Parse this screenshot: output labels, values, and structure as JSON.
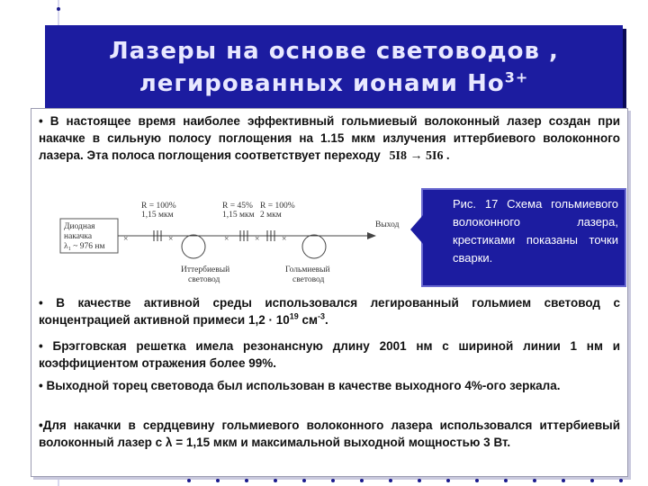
{
  "slide": {
    "title_line1": "Лазеры на основе световодов ,",
    "title_line2": "легированных ионами Ho",
    "title_sup": "3+"
  },
  "body": {
    "p1": "• В настоящее время наиболее эффективный гольмиевый волоконный лазер создан при накачке в сильную полосу поглощения на 1.15 мкм излучения иттербиевого волоконного лазера. Эта полоса поглощения соответствует переходу",
    "p1_transition": "5I8 → 5I6 .",
    "p2_main": "• В качестве активной среды использовался легированный гольмием световод с концентрацией активной примеси 1,2 · 10",
    "p2_exp1": "19",
    "p2_unit": " см",
    "p2_exp2": "-3",
    "p2_end": ".",
    "p3": "• Брэгговская решетка имела резонансную длину 2001 нм с шириной линии 1 нм и коэффициентом отражения более 99%.",
    "p4": "• Выходной торец световода был использован в качестве выходного 4%-ого зеркала.",
    "p5": "•Для накачки в сердцевину гольмиевого волоконного лазера использовался иттербиевый волоконный лазер с λ = 1,15 мкм и максимальной выходной мощностью 3 Вт."
  },
  "caption": {
    "text": "Рис. 17 Схема гольмиевого волоконного лазера, крестиками показаны точки сварки."
  },
  "diagram": {
    "diode_label_1": "Диодная",
    "diode_label_2": "накачка",
    "diode_label_3": "λ₁ ~ 976 нм",
    "grating1_r": "R = 100%",
    "grating1_wl": "1,15 мкм",
    "grating2_r": "R = 45%",
    "grating2_wl": "1,15 мкм",
    "grating3_r": "R = 100%",
    "grating3_wl": "2 мкм",
    "output_label": "Выход",
    "yb_label_1": "Иттербиевый",
    "yb_label_2": "световод",
    "ho_label_1": "Гольмиевый",
    "ho_label_2": "световод"
  }
}
